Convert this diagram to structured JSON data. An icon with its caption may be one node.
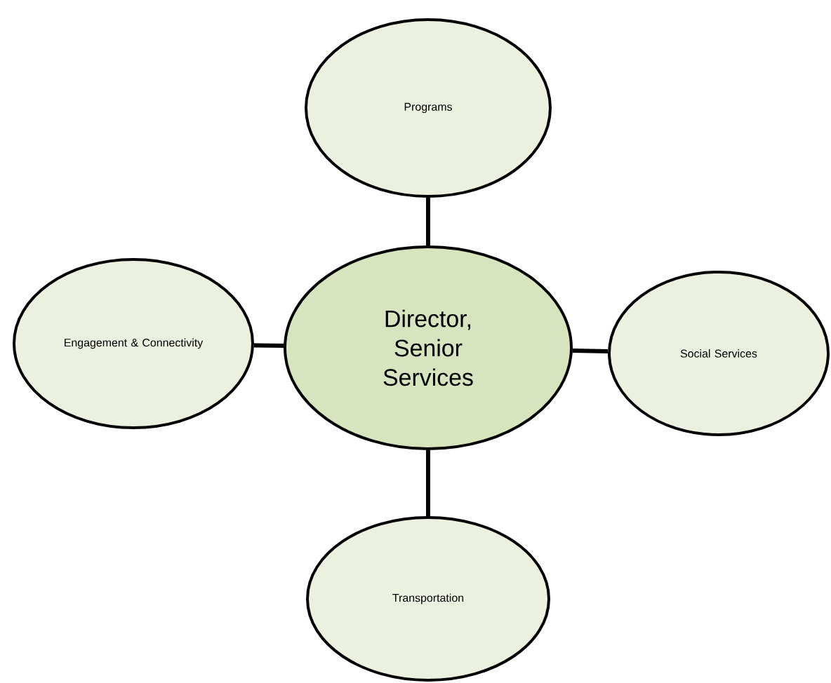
{
  "diagram": {
    "nodes": [
      {
        "text": [
          "Programs"
        ]
      },
      {
        "text": [
          "Engagement & Connectivity"
        ]
      },
      {
        "text": [
          "Director, Senior Services"
        ]
      },
      {
        "text": [
          "Social Services"
        ]
      },
      {
        "text": [
          "Transportation"
        ]
      }
    ],
    "edges": [
      {
        "from": 2,
        "to": 0,
        "arrow": "none"
      },
      {
        "from": 2,
        "to": 1,
        "arrow": "none"
      },
      {
        "from": 2,
        "to": 3,
        "arrow": "none"
      },
      {
        "from": 2,
        "to": 4,
        "arrow": "none"
      }
    ]
  }
}
